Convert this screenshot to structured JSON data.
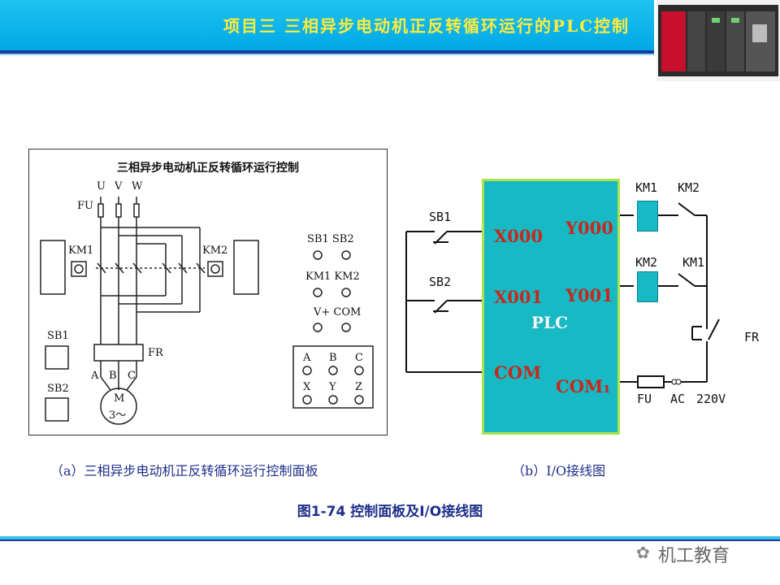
{
  "header": {
    "title": "项目三  三相异步电动机正反转循环运行的PLC控制"
  },
  "panel": {
    "title": "三相异步电动机正反转循环运行控制",
    "labels": {
      "u": "U",
      "v": "V",
      "w": "W",
      "fu": "FU",
      "km1": "KM1",
      "km2": "KM2",
      "fr": "FR",
      "a": "A",
      "b": "B",
      "c": "C",
      "motor_m": "M",
      "motor_3": "3～",
      "sb1": "SB1",
      "sb2": "SB2"
    },
    "terminals": {
      "sb_row": "SB1  SB2",
      "km_row": "KM1 KM2",
      "power_row": "V+  COM",
      "abc": [
        "A",
        "B",
        "C"
      ],
      "xyz": [
        "X",
        "Y",
        "Z"
      ]
    }
  },
  "wiring": {
    "sb1": "SB1",
    "sb2": "SB2",
    "x000": "X000",
    "x001": "X001",
    "com": "COM",
    "y000": "Y000",
    "y001": "Y001",
    "com1": "COM₁",
    "plc": "PLC",
    "km1_coil": "KM1",
    "km2_contact": "KM2",
    "km2_coil": "KM2",
    "km1_contact": "KM1",
    "fr": "FR",
    "fu": "FU",
    "ac": "AC",
    "voltage": "220V"
  },
  "captions": {
    "a": "（a）三相异步电动机正反转循环运行控制面板",
    "b": "（b）I/O接线图",
    "figure": "图1-74  控制面板及I/O接线图"
  },
  "brand": "机工教育",
  "colors": {
    "header": "#00a8e6",
    "title": "#ffeb3b",
    "plc": "#17b9c4",
    "plc_label": "#c42a1e",
    "caption": "#1e2f8a"
  }
}
